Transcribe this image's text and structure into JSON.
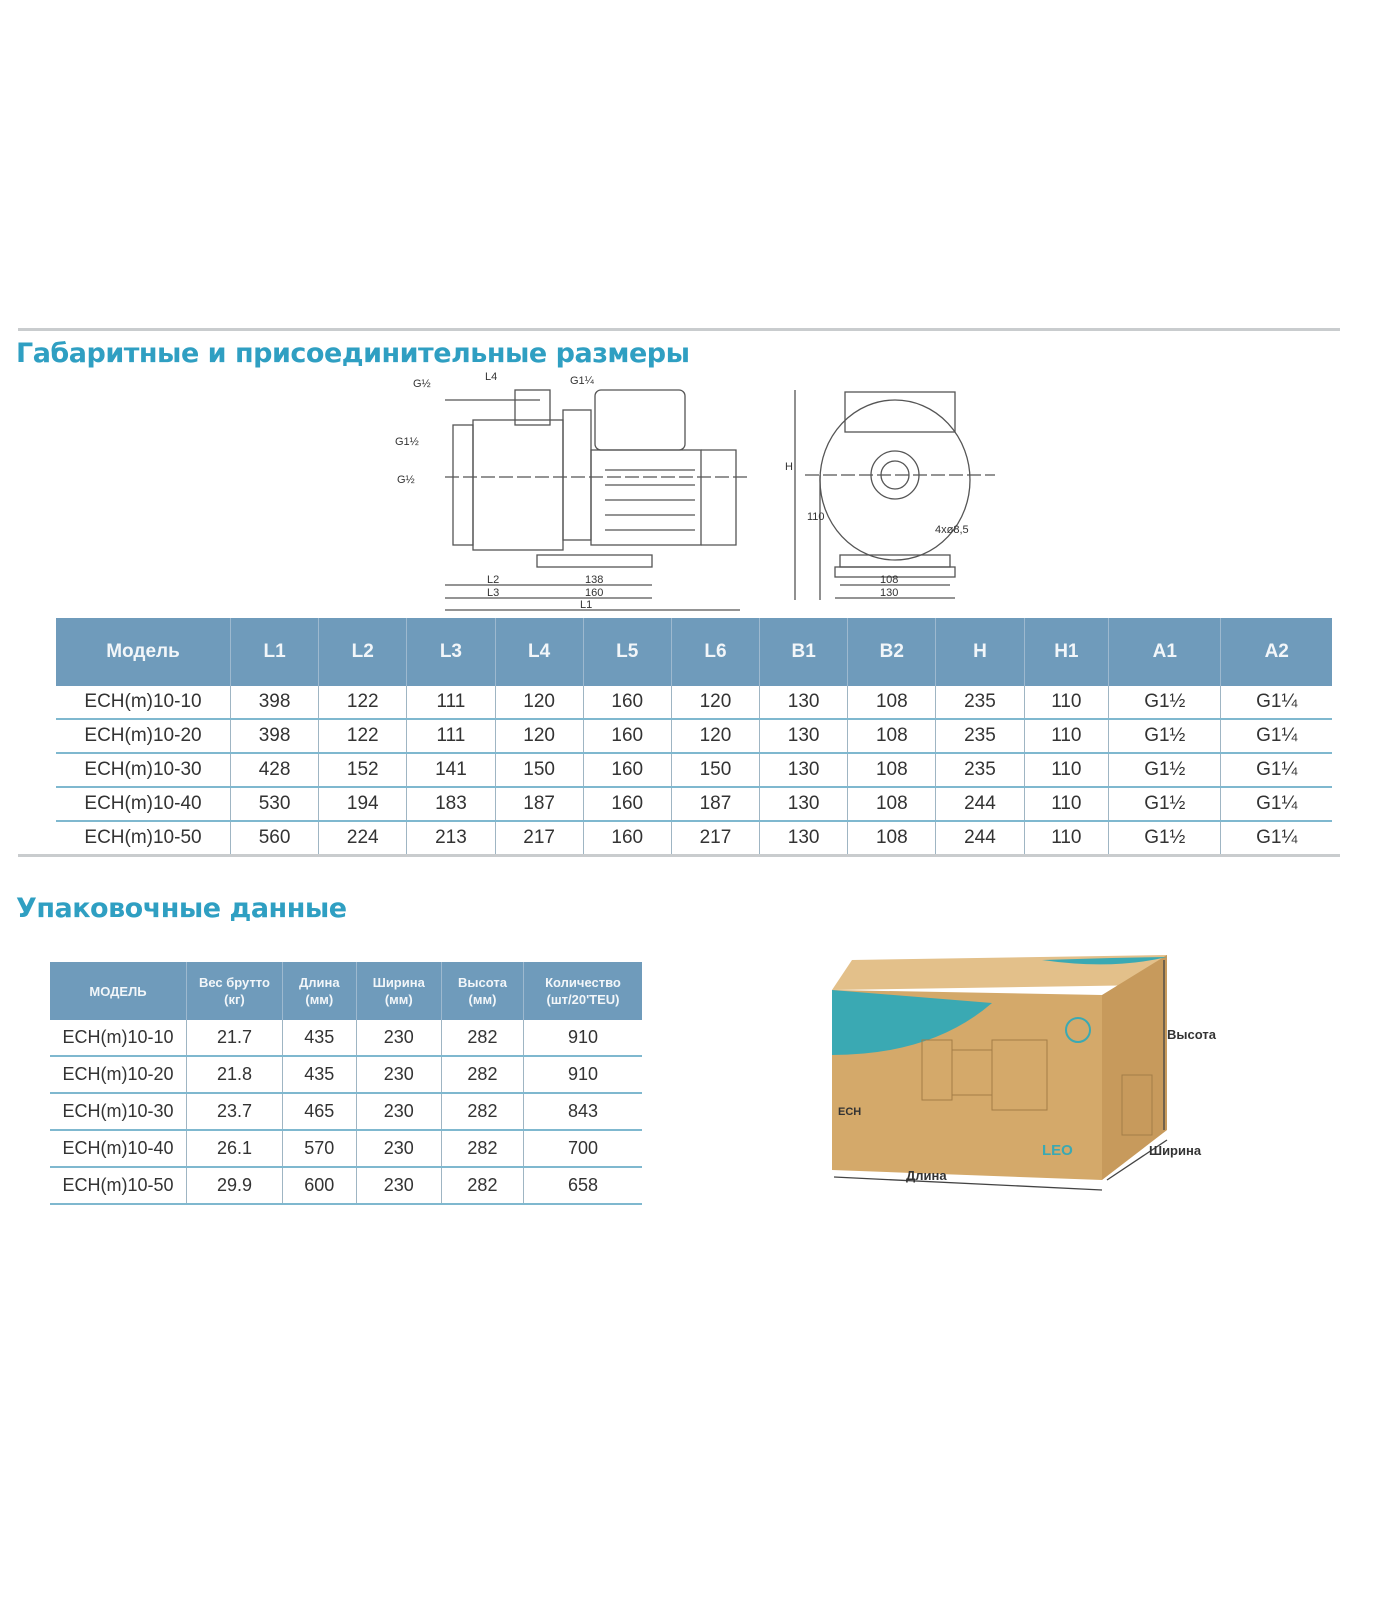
{
  "section1": {
    "title": "Габаритные и присоединительные размеры"
  },
  "drawing": {
    "labels": {
      "g_top": "G½",
      "g_mid": "G1½",
      "g_bot": "G½",
      "g_outlet": "G1¼",
      "l4": "L4",
      "l2": "L2",
      "l3": "L3",
      "l1": "L1",
      "d138": "138",
      "d160": "160",
      "h": "H",
      "d110": "110",
      "holes": "4xø8,5",
      "d108": "108",
      "d130": "130"
    }
  },
  "table1": {
    "headers": [
      "Модель",
      "L1",
      "L2",
      "L3",
      "L4",
      "L5",
      "L6",
      "B1",
      "B2",
      "H",
      "H1",
      "A1",
      "A2"
    ],
    "rows": [
      [
        "ECH(m)10-10",
        "398",
        "122",
        "111",
        "120",
        "160",
        "120",
        "130",
        "108",
        "235",
        "110",
        "G1½",
        "G1¼"
      ],
      [
        "ECH(m)10-20",
        "398",
        "122",
        "111",
        "120",
        "160",
        "120",
        "130",
        "108",
        "235",
        "110",
        "G1½",
        "G1¼"
      ],
      [
        "ECH(m)10-30",
        "428",
        "152",
        "141",
        "150",
        "160",
        "150",
        "130",
        "108",
        "235",
        "110",
        "G1½",
        "G1¼"
      ],
      [
        "ECH(m)10-40",
        "530",
        "194",
        "183",
        "187",
        "160",
        "187",
        "130",
        "108",
        "244",
        "110",
        "G1½",
        "G1¼"
      ],
      [
        "ECH(m)10-50",
        "560",
        "224",
        "213",
        "217",
        "160",
        "217",
        "130",
        "108",
        "244",
        "110",
        "G1½",
        "G1¼"
      ]
    ]
  },
  "section2": {
    "title": "Упаковочные данные"
  },
  "table2": {
    "headers": [
      "МОДЕЛЬ",
      "Вес брутто (кг)",
      "Длина (мм)",
      "Ширина (мм)",
      "Высота (мм)",
      "Количество (шт/20'TEU)"
    ],
    "rows": [
      [
        "ECH(m)10-10",
        "21.7",
        "435",
        "230",
        "282",
        "910"
      ],
      [
        "ECH(m)10-20",
        "21.8",
        "435",
        "230",
        "282",
        "910"
      ],
      [
        "ECH(m)10-30",
        "23.7",
        "465",
        "230",
        "282",
        "843"
      ],
      [
        "ECH(m)10-40",
        "26.1",
        "570",
        "230",
        "282",
        "700"
      ],
      [
        "ECH(m)10-50",
        "29.9",
        "600",
        "230",
        "282",
        "658"
      ]
    ]
  },
  "box": {
    "height_label": "Высота",
    "width_label": "Ширина",
    "length_label": "Длина",
    "brand": "LEO",
    "series": "ECH"
  },
  "colors": {
    "title": "#2f9fc2",
    "header": "#6f9bbb",
    "row_line": "#7fb8cf",
    "box": "#d4a96a",
    "box_teal": "#3aa9b3"
  }
}
